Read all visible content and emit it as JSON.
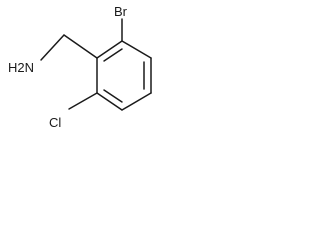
{
  "molecule": {
    "atoms": {
      "amine": "H2N",
      "bromine": "Br",
      "chlorine": "Cl"
    }
  }
}
